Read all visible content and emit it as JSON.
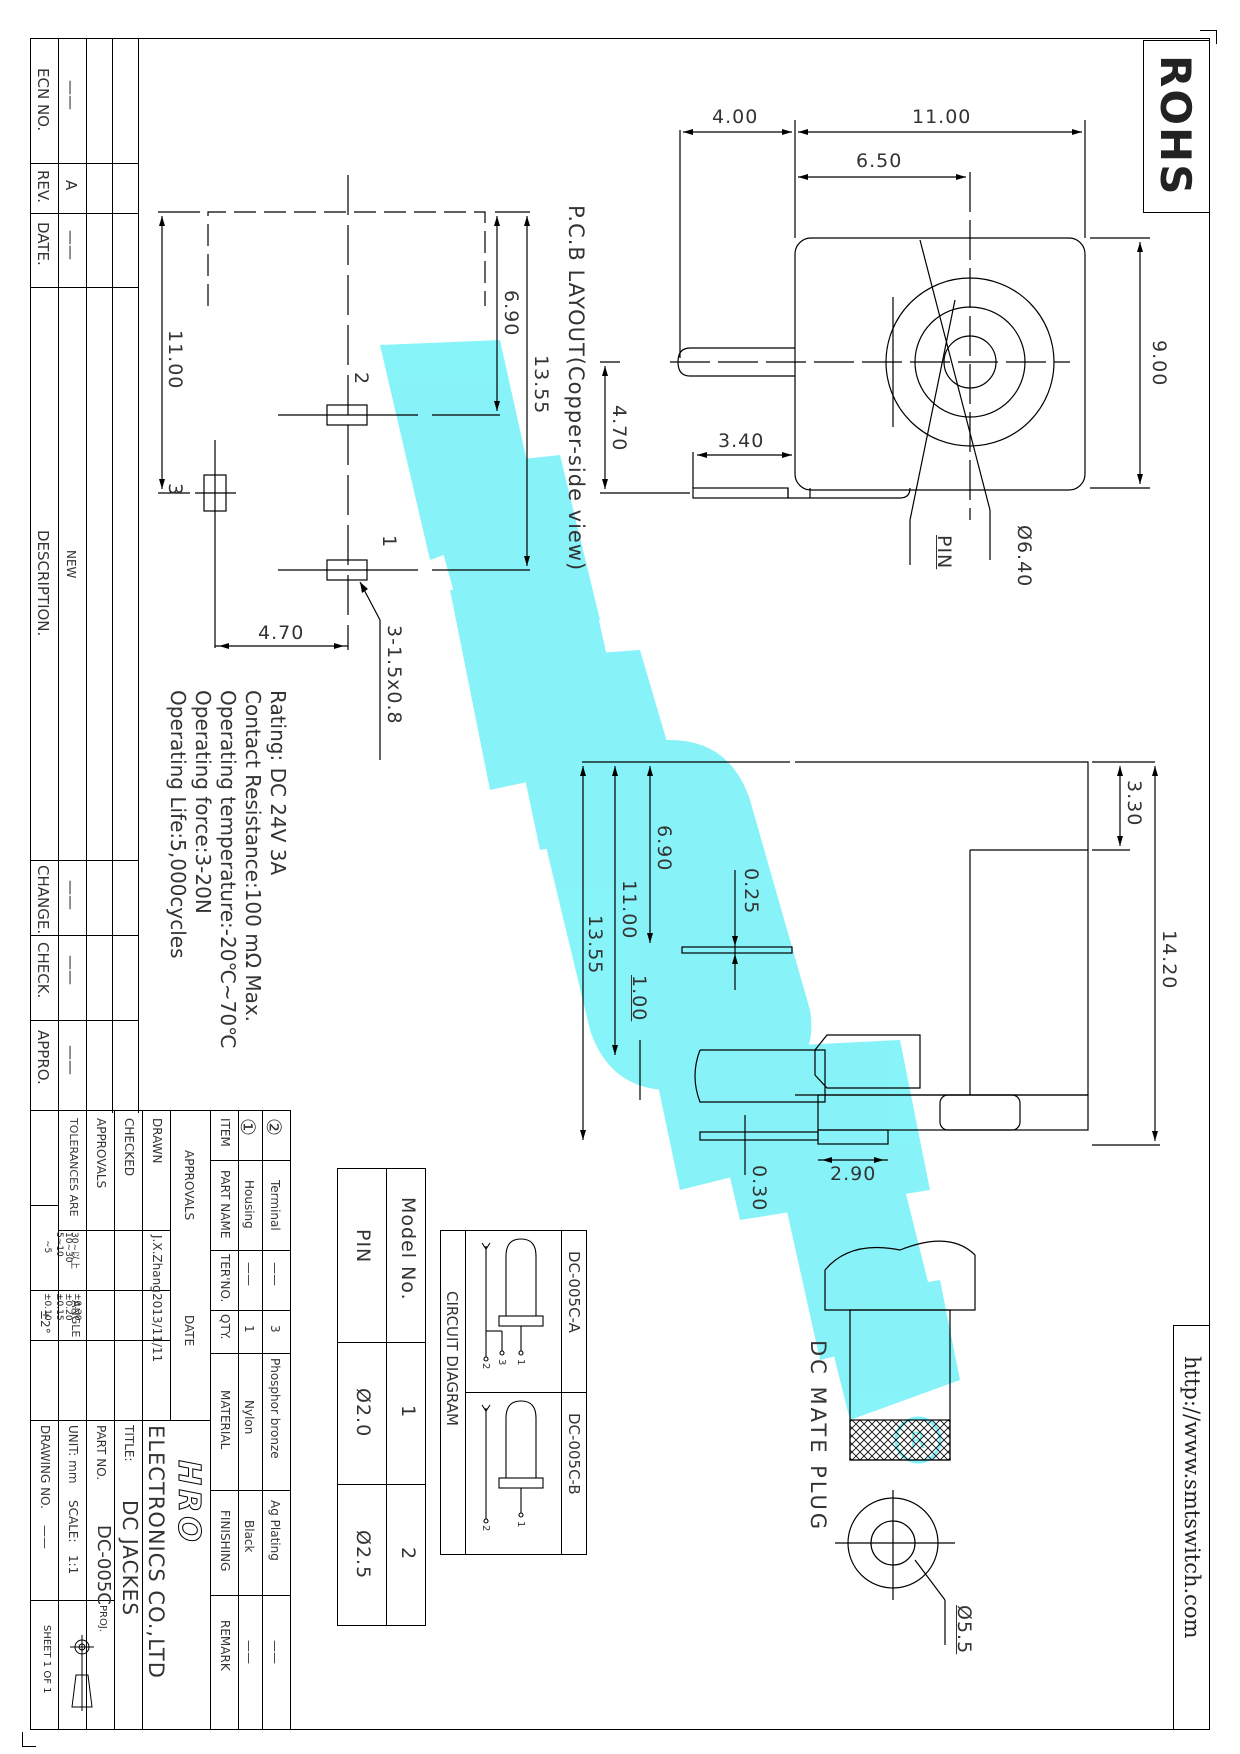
{
  "rohs_label": "ROHS",
  "url": "http://www.smtswitch.com",
  "revision_block": {
    "headers": {
      "ecn": "ECN NO.",
      "rev": "REV.",
      "date": "DATE.",
      "description": "DESCRIPTION.",
      "change": "CHANGE.",
      "check": "CHECK.",
      "appro": "APPRO."
    },
    "row1": {
      "ecn": "——",
      "rev": "A",
      "date": "——",
      "description": "NEW",
      "change": "——",
      "check": "——",
      "appro": "——"
    }
  },
  "pcb_layout": {
    "title": "P.C.B LAYOUT(Copper-side view)",
    "dims": {
      "d690": "6.90",
      "d1355": "13.55",
      "d1100": "11.00",
      "d470": "4.70"
    },
    "pins": [
      "1",
      "2",
      "3"
    ],
    "pad_callout": "3-1.5x0.8"
  },
  "front_view": {
    "dims": {
      "d400": "4.00",
      "d1100": "11.00",
      "d650": "6.50",
      "d900": "9.00",
      "d470": "4.70",
      "d340": "3.40"
    },
    "pin_label": "PIN",
    "diameter_label": "Ø6.40"
  },
  "side_view": {
    "dims": {
      "d330": "3.30",
      "d1420": "14.20",
      "d690": "6.90",
      "d1100": "11.00",
      "d1355": "13.55",
      "d025": "0.25",
      "d100": "1.00",
      "d290": "2.90",
      "d030": "0.30"
    }
  },
  "mate_plug": {
    "label": "DC MATE PLUG",
    "diameter": "Ø5.5"
  },
  "specs": [
    "Rating:  DC 24V  3A",
    "Contact Resistance:100 mΩ Max.",
    "Operating temperature:-20℃~70℃",
    "Operating force:3-20N",
    "Operating Life:5,000cycles"
  ],
  "circuit": {
    "title": "CIRCUIT DIAGRAM",
    "models": [
      "DC-005C-A",
      "DC-005C-B"
    ],
    "terminals_a": [
      "1",
      "3",
      "2"
    ],
    "terminals_b": [
      "1",
      "2"
    ]
  },
  "pin_table": {
    "headers": [
      "Model No.",
      "1",
      "2"
    ],
    "row": [
      "PIN",
      "Ø2.0",
      "Ø2.5"
    ]
  },
  "bom": {
    "headers": [
      "ITEM",
      "PART NAME",
      "TER'NO.",
      "QTY.",
      "MATERIAL",
      "FINISHING",
      "REMARK"
    ],
    "rows": [
      [
        "②",
        "Terminal",
        "——",
        "3",
        "Phosphor bronze",
        "Ag Plating",
        "——"
      ],
      [
        "①",
        "Housing",
        "——",
        "1",
        "Nylon",
        "Black",
        "——"
      ]
    ]
  },
  "title_block": {
    "approvals_header": "APPROVALS",
    "date_header": "DATE",
    "drawn_label": "DRAWN",
    "drawn_by": "J.X.Zhang",
    "drawn_date": "2013/11/11",
    "checked_label": "CHECKED",
    "approvals_label": "APPROVALS",
    "tolerances_label": "TOLERANCES ARE",
    "tolerances": [
      {
        "range": "30~以上",
        "value": "±0.30"
      },
      {
        "range": "10~30",
        "value": "±0.20"
      },
      {
        "range": "5~10",
        "value": "±0.15"
      },
      {
        "range": "~5",
        "value": "±0.10"
      }
    ],
    "angle_label": "ANGLE",
    "angle_value": "±2°",
    "company_logo": "HRO",
    "company_name": "ELECTRONICS CO.,LTD",
    "title_label": "TITLE:",
    "title_value": "DC JACKES",
    "part_no_label": "PART NO.",
    "part_no_value": "DC-005C",
    "unit_label": "UNIT: mm",
    "scale_label": "SCALE:",
    "scale_value": "1:1",
    "proj_label": "PROJ.",
    "drawing_no_label": "DRAWING NO.",
    "drawing_no_value": "——",
    "sheet_label": "SHEET 1 OF 1"
  },
  "colors": {
    "watermark": "#5ff0f7",
    "line": "#000000"
  }
}
